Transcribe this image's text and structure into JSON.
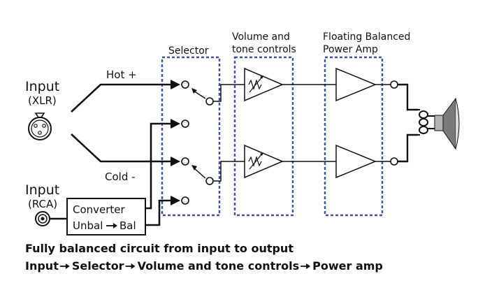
{
  "labels": {
    "input_xlr_title": "Input",
    "input_xlr_sub": "(XLR)",
    "input_rca_title": "Input",
    "input_rca_sub": "(RCA)",
    "hot": "Hot +",
    "cold": "Cold -",
    "selector": "Selector",
    "volume_line1": "Volume and",
    "volume_line2": "tone controls",
    "amp_line1": "Floating Balanced",
    "amp_line2": "Power Amp",
    "converter_line1": "Converter",
    "converter_line2_a": "Unbal",
    "converter_line2_b": "Bal"
  },
  "caption": {
    "line1": "Fully balanced circuit from input to output",
    "line2": [
      {
        "text": "Input",
        "arrow_after": true
      },
      {
        "text": "Selector",
        "arrow_after": true
      },
      {
        "text": "Volume and tone controls",
        "arrow_after": true
      },
      {
        "text": "Power amp",
        "arrow_after": false
      }
    ]
  },
  "colors": {
    "wire": "#111111",
    "dashed_box": "#3a52a3",
    "speaker_cone": "#7a7a7a",
    "speaker_magnet": "#b5b5b5"
  },
  "icons": {
    "xlr": "xlr-connector-icon",
    "rca": "rca-connector-icon",
    "speaker": "speaker-icon",
    "coil": "transformer-coil-icon",
    "potentiometer": "potentiometer-icon",
    "arrow": "arrow-right-icon"
  }
}
